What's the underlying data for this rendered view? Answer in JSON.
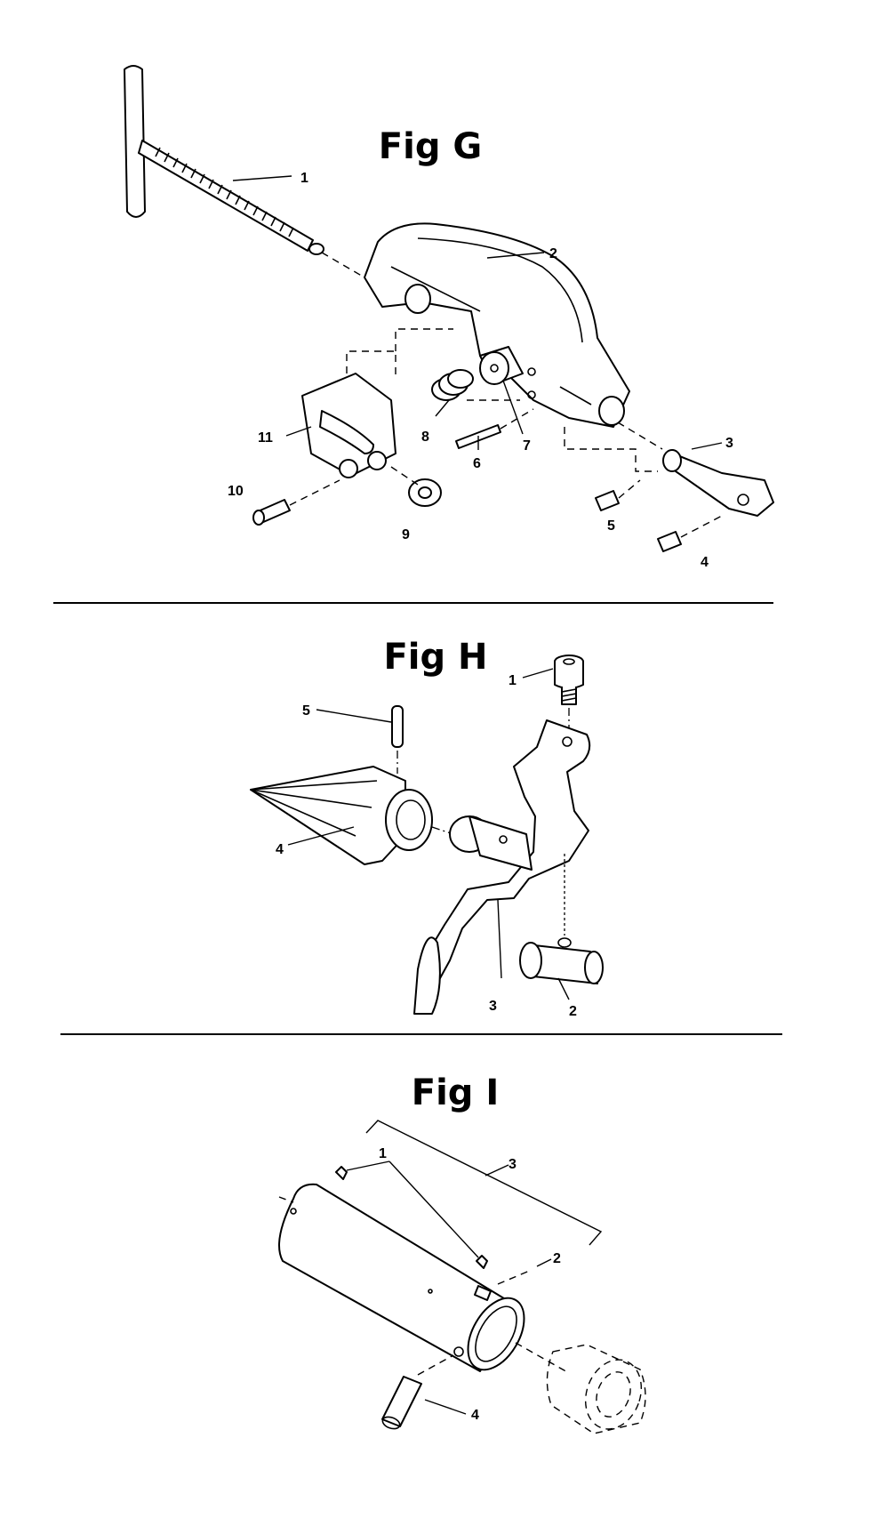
{
  "figures": [
    {
      "title": "Fig G",
      "callouts": [
        "1",
        "2",
        "3",
        "4",
        "5",
        "6",
        "7",
        "8",
        "9",
        "10",
        "11"
      ]
    },
    {
      "title": "Fig H",
      "callouts": [
        "1",
        "2",
        "3",
        "4",
        "5"
      ]
    },
    {
      "title": "Fig I",
      "callouts": [
        "1",
        "2",
        "3",
        "4"
      ]
    }
  ]
}
